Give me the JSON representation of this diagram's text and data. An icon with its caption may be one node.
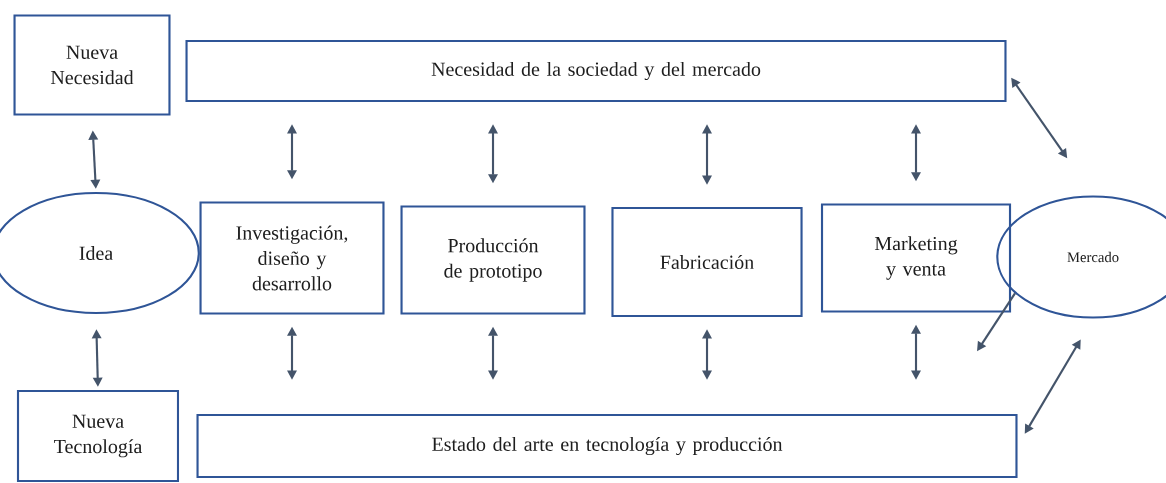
{
  "diagram": {
    "nodes": [
      {
        "text": [
          "Nueva Necesidad"
        ]
      },
      {
        "text": [
          "Necesidad de la sociedad y del mercado"
        ]
      },
      {
        "text": [
          "Idea"
        ]
      },
      {
        "text": [
          "Investigación, diseño y desarrollo"
        ]
      },
      {
        "text": [
          "Producción de prototipo"
        ]
      },
      {
        "text": [
          "Fabricación"
        ]
      },
      {
        "text": [
          "Marketing y venta"
        ]
      },
      {
        "text": [
          "Mercado"
        ]
      },
      {
        "text": [
          "Nueva Tecnología"
        ]
      },
      {
        "text": [
          "Estado del arte en tecnología y producción"
        ]
      }
    ],
    "edges": [
      {
        "from": 0,
        "to": 2,
        "arrow": "both"
      },
      {
        "from": 1,
        "to": 3,
        "arrow": "both"
      },
      {
        "from": 1,
        "to": 4,
        "arrow": "both"
      },
      {
        "from": 1,
        "to": 5,
        "arrow": "both"
      },
      {
        "from": 1,
        "to": 6,
        "arrow": "both"
      },
      {
        "from": 1,
        "to": 7,
        "arrow": "both"
      },
      {
        "from": 2,
        "to": 8,
        "arrow": "both"
      },
      {
        "from": 3,
        "to": 9,
        "arrow": "both"
      },
      {
        "from": 4,
        "to": 9,
        "arrow": "both"
      },
      {
        "from": 5,
        "to": 9,
        "arrow": "both"
      },
      {
        "from": 6,
        "to": 9,
        "arrow": "both"
      },
      {
        "from": 7,
        "to": null,
        "arrow": "to"
      },
      {
        "from": 7,
        "to": 9,
        "arrow": "both"
      }
    ]
  }
}
